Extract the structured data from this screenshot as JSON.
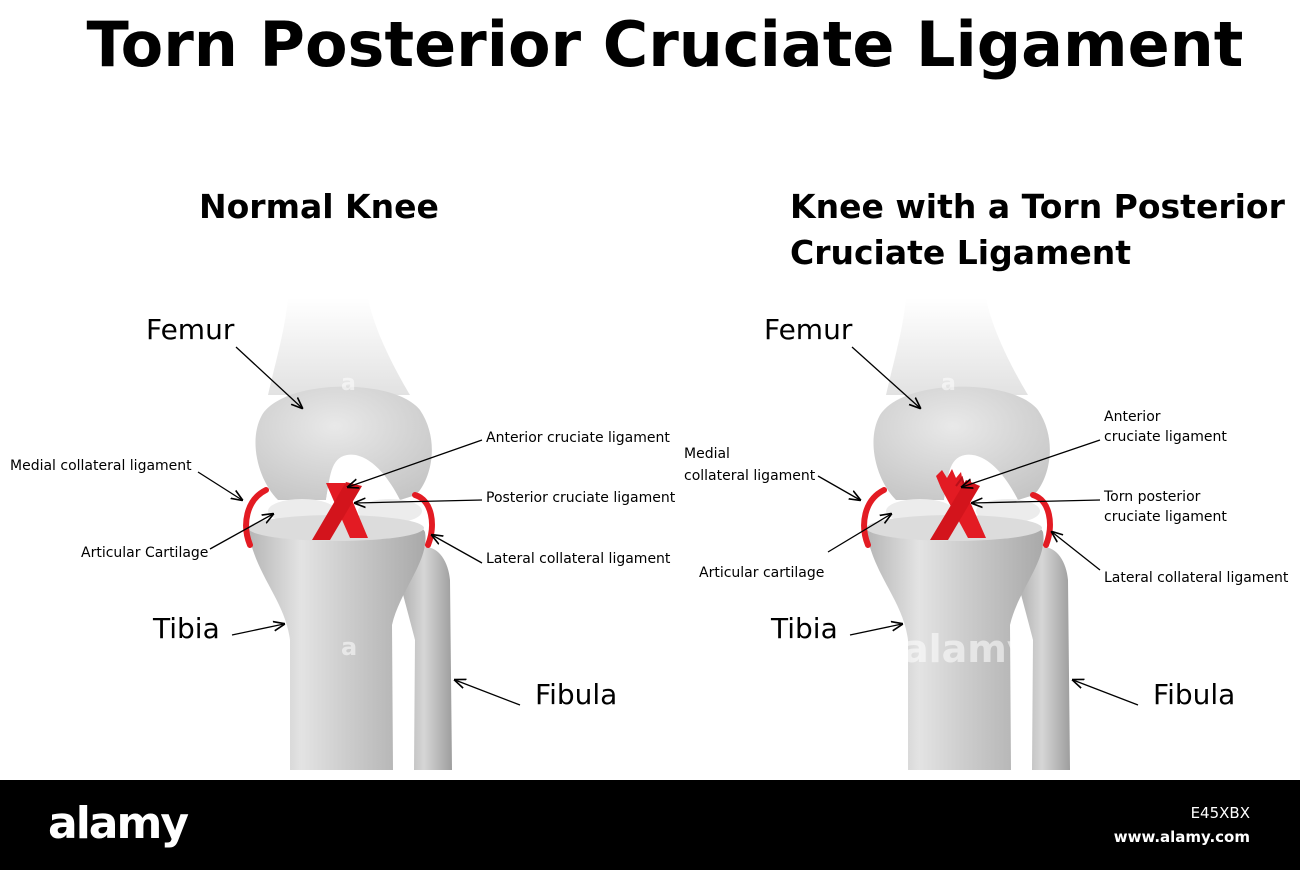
{
  "title": "Torn Posterior Cruciate Ligament",
  "left_panel": {
    "heading": "Normal Knee",
    "labels": {
      "femur": "Femur",
      "tibia": "Tibia",
      "fibula": "Fibula",
      "medial_collateral": "Medial collateral ligament",
      "articular_cartilage": "Articular Cartilage",
      "anterior_cruciate": "Anterior cruciate ligament",
      "posterior_cruciate": "Posterior cruciate ligament",
      "lateral_collateral": "Lateral collateral ligament"
    }
  },
  "right_panel": {
    "heading_line1": "Knee with a Torn Posterior",
    "heading_line2": "Cruciate Ligament",
    "labels": {
      "femur": "Femur",
      "tibia": "Tibia",
      "fibula": "Fibula",
      "medial_collateral_line1": "Medial",
      "medial_collateral_line2": "collateral ligament",
      "articular_cartilage": "Articular cartilage",
      "anterior_cruciate_line1": "Anterior",
      "anterior_cruciate_line2": "cruciate ligament",
      "torn_posterior_line1": "Torn posterior",
      "torn_posterior_line2": "cruciate ligament",
      "lateral_collateral": "Lateral collateral ligament"
    }
  },
  "watermark": {
    "glyph": "a",
    "word": "alamy"
  },
  "footer": {
    "logo": "alamy",
    "image_id": "E45XBX",
    "url": "www.alamy.com"
  },
  "colors": {
    "ligament": "#e31b23",
    "bone_light": "#f2f2f2",
    "bone_mid": "#cfcfcf",
    "bone_dark": "#a8a8a8",
    "footer_bg": "#000000"
  }
}
